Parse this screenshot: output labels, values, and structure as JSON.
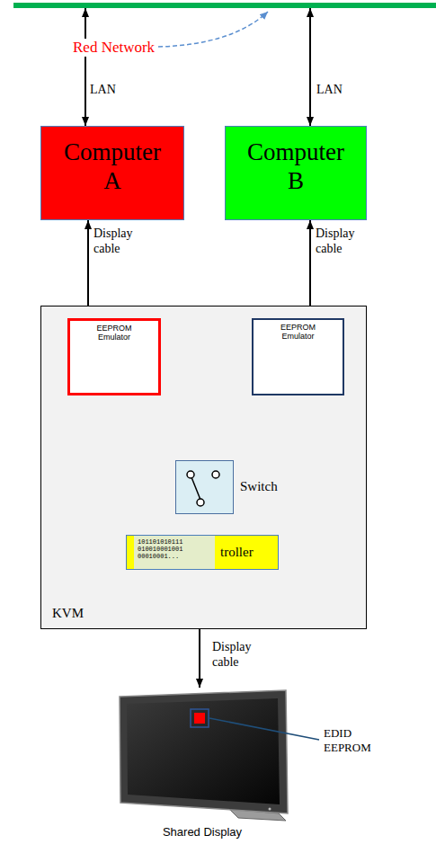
{
  "diagram": {
    "nodes": [
      {
        "text": [
          "Red Network"
        ]
      },
      {
        "text": [
          "Computer A"
        ]
      },
      {
        "text": [
          "Computer B"
        ]
      },
      {
        "text": [
          "KVM"
        ]
      },
      {
        "text": [
          "EEPROM Emulator"
        ],
        "in": 3
      },
      {
        "text": [
          "EEPROM Emulator"
        ],
        "in": 3
      },
      {
        "text": [
          "Switch"
        ],
        "in": 3
      },
      {
        "text": [
          "101101010111 010010001001 00010001...",
          "troller"
        ],
        "in": 3
      },
      {
        "text": [
          "Shared Display"
        ]
      }
    ],
    "edges": [
      {
        "from": 0,
        "to": 1,
        "arrow": "both",
        "label": "LAN"
      },
      {
        "from": 0,
        "to": 2,
        "arrow": "both",
        "label": "LAN"
      },
      {
        "from": 1,
        "to": 4,
        "arrow": "both",
        "label": "Display cable"
      },
      {
        "from": 2,
        "to": 5,
        "arrow": "both",
        "label": "Display cable"
      },
      {
        "from": 4,
        "to": 6,
        "arrow": "both"
      },
      {
        "from": 5,
        "to": 6,
        "arrow": "both"
      },
      {
        "from": 6,
        "to": 7,
        "arrow": "both"
      },
      {
        "from": 7,
        "to": 8,
        "arrow": "both",
        "label": "Display cable"
      }
    ],
    "labels": [
      "EDID EEPROM"
    ]
  }
}
